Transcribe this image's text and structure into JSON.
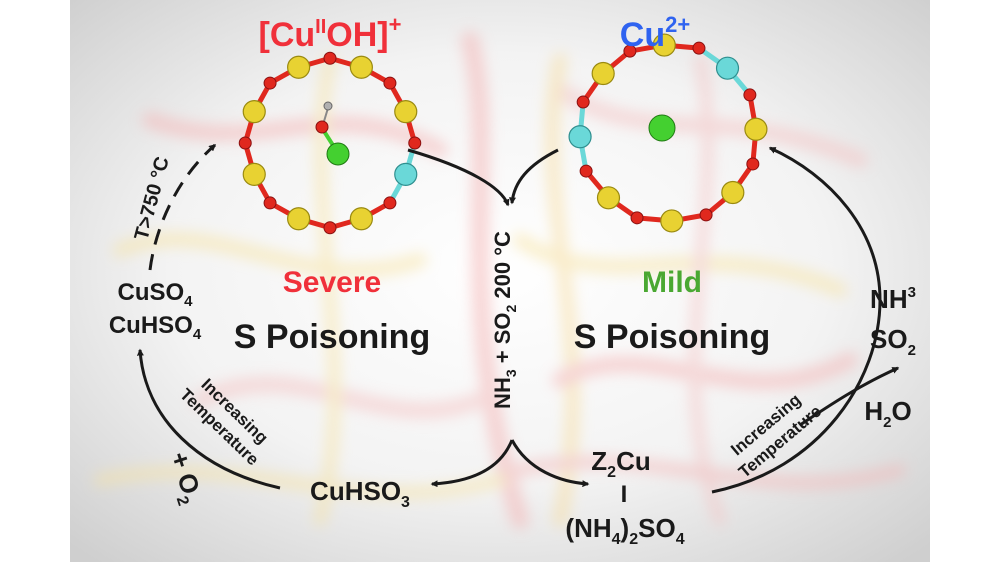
{
  "colors": {
    "severe": "#f0303a",
    "mild": "#4aa832",
    "cu2": "#2f63f0",
    "text": "#1a1a1a",
    "silicon": "#e8d232",
    "oxygen": "#e0281e",
    "aluminum": "#6ad8d8",
    "copper": "#44d030",
    "hydrogen": "#b0b0b0",
    "background": "#d9d9d9"
  },
  "species": {
    "cuoh": {
      "pre": "[Cu",
      "sup": "II",
      "mid": "OH]",
      "charge": "+"
    },
    "cu2": {
      "main": "Cu",
      "charge": "2+"
    }
  },
  "left_panel": {
    "word": "Severe",
    "subtitle": "S Poisoning"
  },
  "right_panel": {
    "word": "Mild",
    "subtitle": "S Poisoning"
  },
  "center_condition": {
    "a": "NH",
    "a_sub": "3",
    "plus": " + SO",
    "b_sub": "2",
    "temp": " 200 °C"
  },
  "left_cycle": {
    "temp_label": "T>750 °C",
    "sulfate_1": {
      "main": "CuSO",
      "sub": "4"
    },
    "sulfate_2": {
      "main": "CuHSO",
      "sub": "4"
    },
    "increase_1": "Increasing",
    "increase_2": "Temperature",
    "oxygen": {
      "main": "+ O",
      "sub": "2"
    },
    "bisulfite": {
      "main": "CuHSO",
      "sub": "3"
    }
  },
  "right_cycle": {
    "complex_top": {
      "main": "Z",
      "sub": "2",
      "rest": "Cu"
    },
    "complex_bond": "I",
    "complex_bottom": {
      "open": "(NH",
      "sub": "4",
      "close": ")",
      "sub2": "2",
      "rest": "SO",
      "sub3": "4"
    },
    "increase_1": "Increasing",
    "increase_2": "Temperature",
    "nh3": {
      "main": "NH",
      "sub": "3"
    },
    "so2": {
      "main": "SO",
      "sub": "2"
    },
    "h2o": {
      "pre": "H",
      "sub": "2",
      "post": "O"
    }
  }
}
